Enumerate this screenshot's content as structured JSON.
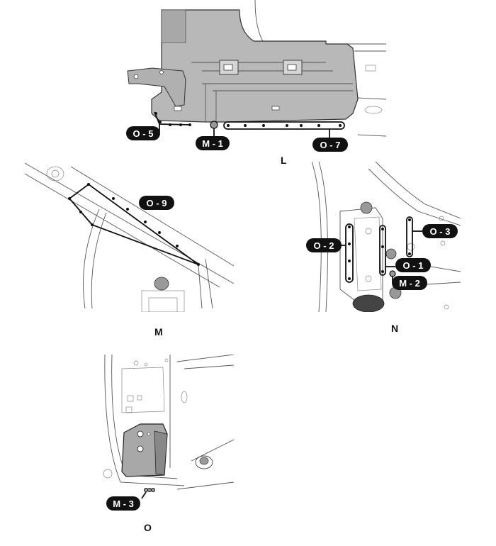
{
  "views": {
    "L": {
      "label": "L",
      "callouts": [
        "O - 5",
        "M - 1",
        "O - 7"
      ]
    },
    "M": {
      "label": "M",
      "callouts": [
        "O - 9"
      ]
    },
    "N": {
      "label": "N",
      "callouts": [
        "O - 2",
        "O - 3",
        "O - 1",
        "M - 2"
      ]
    },
    "O": {
      "label": "O",
      "callouts": [
        "M - 3"
      ]
    }
  },
  "colors": {
    "part_fill": "#b8b8b8",
    "part_dark": "#9a9a9a",
    "line": "#555555",
    "callout_bg": "#111111",
    "callout_text": "#ffffff",
    "plug": "#999999"
  }
}
